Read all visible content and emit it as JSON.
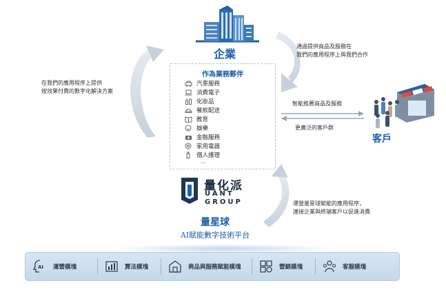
{
  "enterprise": {
    "title": "企業"
  },
  "partner": {
    "title": "作為業務夥伴",
    "items": [
      {
        "icon": "car-icon",
        "label": "汽車服務"
      },
      {
        "icon": "laptop-icon",
        "label": "消費電子"
      },
      {
        "icon": "cosmetics-icon",
        "label": "化妝品"
      },
      {
        "icon": "food-delivery-icon",
        "label": "餐飲配送"
      },
      {
        "icon": "book-icon",
        "label": "教育"
      },
      {
        "icon": "smile-icon",
        "label": "娛樂"
      },
      {
        "icon": "wallet-icon",
        "label": "金融服務"
      },
      {
        "icon": "home-appliance-icon",
        "label": "家用電器"
      },
      {
        "icon": "personal-care-icon",
        "label": "個人護理"
      }
    ],
    "more": "..."
  },
  "notes": {
    "left": [
      "在我們的應用程序上提供",
      "按效果付費的數字化解決方案"
    ],
    "top_right": [
      "通過提供商品及服務在",
      "我們的應用程序上與我們合作"
    ],
    "push": "智能推薦商品及服務",
    "wider": "更廣泛的客戶群",
    "bottom_right": [
      "運營量星球賦能的應用程序，",
      "連接企業與終端客戶以促進消費"
    ]
  },
  "customers": {
    "title": "客戶"
  },
  "logo": {
    "cn": "量化派",
    "en_line1": "UANT",
    "en_line2": "GROUP"
  },
  "platform": {
    "name": "量星球",
    "subtitle": "AI賦能數字技術平台"
  },
  "modules": [
    {
      "icon": "ai-icon",
      "label": "運營模塊"
    },
    {
      "icon": "bar-chart-icon",
      "label": "算法模塊"
    },
    {
      "icon": "store-icon",
      "label": "商品與服務賦能模塊"
    },
    {
      "icon": "marketing-grid-icon",
      "label": "營銷模塊"
    },
    {
      "icon": "people-icon",
      "label": "客服模塊"
    }
  ],
  "colors": {
    "accent": "#1f5fa8",
    "module_bar": "#cddff0",
    "arrow": "#d5dde6"
  }
}
